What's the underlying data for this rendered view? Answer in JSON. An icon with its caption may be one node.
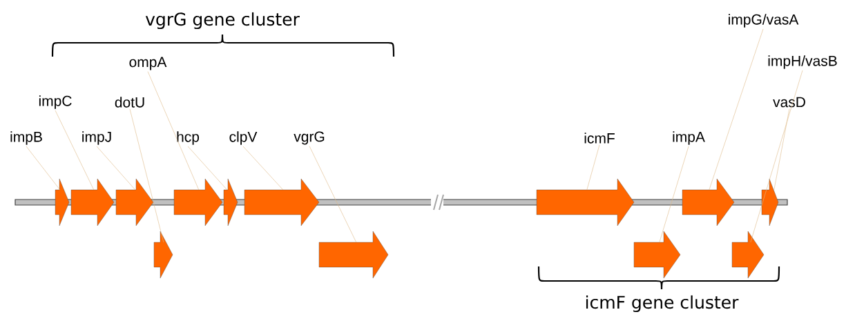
{
  "diagram": {
    "nodes": [
      {
        "text": [
          "impB"
        ]
      },
      {
        "text": [
          "impC"
        ]
      },
      {
        "text": [
          "impJ"
        ]
      },
      {
        "text": [
          "dotU"
        ]
      },
      {
        "text": [
          "ompA"
        ]
      },
      {
        "text": [
          "hcp"
        ]
      },
      {
        "text": [
          "clpV"
        ]
      },
      {
        "text": [
          "vgrG"
        ]
      },
      {
        "text": [
          "icmF"
        ]
      },
      {
        "text": [
          "impA"
        ]
      },
      {
        "text": [
          "impG/vasA"
        ]
      },
      {
        "text": [
          "impH/vasB"
        ]
      },
      {
        "text": [
          "vasD"
        ]
      },
      {
        "text": [],
        "shape": "arrow"
      },
      {
        "text": [],
        "shape": "arrow"
      },
      {
        "text": [],
        "shape": "arrow"
      },
      {
        "text": [],
        "shape": "arrow"
      },
      {
        "text": [],
        "shape": "arrow"
      },
      {
        "text": [],
        "shape": "arrow"
      },
      {
        "text": [],
        "shape": "arrow"
      },
      {
        "text": [],
        "shape": "arrow"
      },
      {
        "text": [],
        "shape": "arrow"
      },
      {
        "text": [],
        "shape": "arrow"
      },
      {
        "text": [],
        "shape": "arrow"
      },
      {
        "text": [],
        "shape": "arrow"
      },
      {
        "text": [],
        "shape": "arrow"
      }
    ],
    "edges": [
      {
        "from": 0,
        "to": 13,
        "arrow": "none"
      },
      {
        "from": 1,
        "to": 14,
        "arrow": "none"
      },
      {
        "from": 2,
        "to": 15,
        "arrow": "none"
      },
      {
        "from": 3,
        "to": 16,
        "arrow": "none"
      },
      {
        "from": 4,
        "to": 17,
        "arrow": "none"
      },
      {
        "from": 5,
        "to": 18,
        "arrow": "none"
      },
      {
        "from": 6,
        "to": 19,
        "arrow": "none"
      },
      {
        "from": 7,
        "to": 20,
        "arrow": "none"
      },
      {
        "from": 8,
        "to": 21,
        "arrow": "none"
      },
      {
        "from": 9,
        "to": 22,
        "arrow": "none"
      },
      {
        "from": 10,
        "to": 23,
        "arrow": "none"
      },
      {
        "from": 11,
        "to": 24,
        "arrow": "none"
      },
      {
        "from": 12,
        "to": 25,
        "arrow": "none"
      }
    ],
    "labels": [
      "vgrG gene cluster",
      "icmF gene cluster"
    ]
  }
}
